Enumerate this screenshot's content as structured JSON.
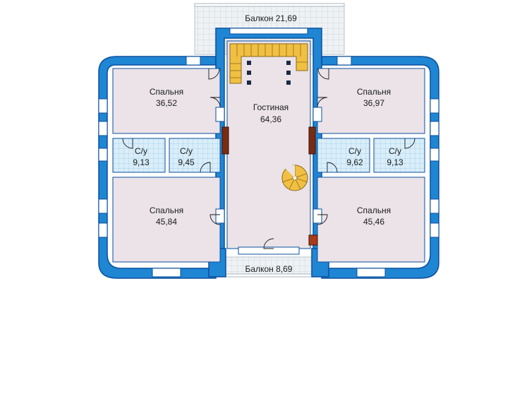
{
  "rooms": {
    "bedroom_nw": {
      "name": "Спальня",
      "area": "36,52"
    },
    "bedroom_ne": {
      "name": "Спальня",
      "area": "36,97"
    },
    "living": {
      "name": "Гостиная",
      "area": "64,36"
    },
    "bath_1": {
      "name": "С/у",
      "area": "9,13"
    },
    "bath_2": {
      "name": "С/у",
      "area": "9,45"
    },
    "bath_3": {
      "name": "С/у",
      "area": "9,62"
    },
    "bath_4": {
      "name": "С/у",
      "area": "9,13"
    },
    "bedroom_sw": {
      "name": "Спальня",
      "area": "45,84"
    },
    "bedroom_se": {
      "name": "Спальня",
      "area": "45,46"
    }
  },
  "balconies": {
    "top": "Балкон 21,69",
    "bottom": "Балкон 8,69"
  },
  "colors": {
    "wall": "#1f86d4",
    "wall_dark": "#0b4f9c",
    "room_fill": "#ebe3e8",
    "bath_fill": "#d9eef9",
    "balcony_fill": "#eef2f4",
    "stair": "#f1c043",
    "chimney": "#a93b1a"
  }
}
